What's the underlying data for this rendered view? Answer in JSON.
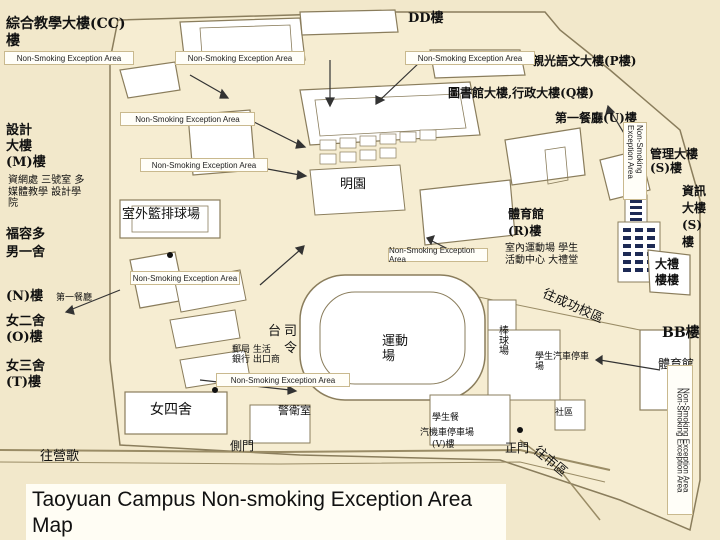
{
  "title": "Taoyuan Campus Non-smoking Exception Area Map",
  "zone_label": "Non-Smoking Exception Area",
  "colors": {
    "background": "#f2e8cb",
    "building": "#ffffff",
    "outline": "#8a7d5c",
    "zone": "#fffef8"
  },
  "buildings": {
    "cc": "綜合教學大樓(CC)",
    "cc_suffix": "樓",
    "dd": "DD樓",
    "p": "親光語文大樓(P樓)",
    "q": "圖書館大樓,行政大樓(Q樓)",
    "u": "第一餐廳(U)樓",
    "s": "管理大樓(S)樓",
    "m1": "設計",
    "m2": "大樓",
    "m3": "(M)樓",
    "m_sub": "資網處 三號室 多媒體教學 設計學院",
    "garden": "明園",
    "court": "室外籃排球場",
    "r1": "體育館",
    "r2": "(R)樓",
    "r_sub": "室內運動場 學生活動中心 大禮堂",
    "info1": "資訊",
    "info2": "大樓",
    "info3": "(S)",
    "info4": "樓",
    "n1": "福容多",
    "n2": "男一舍",
    "n3": "(N)樓",
    "n_sub": "第一餐廳",
    "o1": "女二舍",
    "o2": "(O)樓",
    "t1": "女三舍",
    "t2": "(T)樓",
    "w4": "女四舍",
    "hq1": "司",
    "hq2": "令",
    "hq3": "台",
    "bank": "郵局 生活 銀行 出口商",
    "field": "運動場",
    "gym_right": "棒球場",
    "rising": "往成功校區",
    "parking": "學生汽車停車場",
    "bb1": "BB樓",
    "bb2": "體育館",
    "big1": "大禮",
    "big2": "樓樓",
    "gate": "側門",
    "main_gate": "正門",
    "sport": "學生餐",
    "v_hall": "(V)樓",
    "bus": "汽機車停車場",
    "sidewalk": "社區",
    "road": "往營歌",
    "toward": "往市區",
    "guard": "警衛室"
  }
}
